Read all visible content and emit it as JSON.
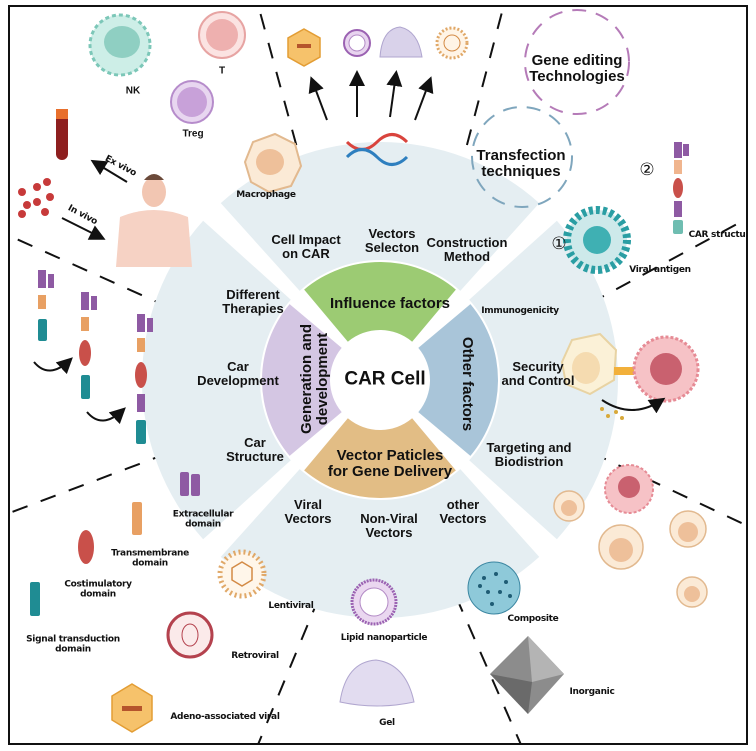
{
  "center": {
    "label": "CAR Cell"
  },
  "inner_ring": [
    {
      "label": "Influence factors",
      "color": "#9ccb73"
    },
    {
      "label": "Other factors",
      "color": "#a9c5d9"
    },
    {
      "label": "Vector Paticles for Gene Delivery",
      "line1": "Vector Paticles",
      "line2": "for Gene Delivery",
      "color": "#e2bd85"
    },
    {
      "label": "Generation and development",
      "line1": "Generation and",
      "line2": "development",
      "color": "#d4c6e3"
    }
  ],
  "outer_ring": {
    "color": "#e5eef2",
    "influence": [
      {
        "line1": "Cell Impact",
        "line2": "on CAR"
      },
      {
        "line1": "Vectors",
        "line2": "Selecton"
      },
      {
        "line1": "Construction",
        "line2": "Method"
      }
    ],
    "other": [
      {
        "line1": "Immunogenicity",
        "line2": ""
      },
      {
        "line1": "Security",
        "line2": "and Control"
      },
      {
        "line1": "Targeting and",
        "line2": "Biodistrion"
      }
    ],
    "vectors": [
      {
        "line1": "Viral",
        "line2": "Vectors"
      },
      {
        "line1": "Non-Viral",
        "line2": "Vectors"
      },
      {
        "line1": "other",
        "line2": "Vectors"
      }
    ],
    "generation": [
      {
        "line1": "Different",
        "line2": "Therapies"
      },
      {
        "line1": "Car",
        "line2": "Development"
      },
      {
        "line1": "Car",
        "line2": "Structure"
      }
    ]
  },
  "top_left": {
    "cells": [
      {
        "label": "NK",
        "color": "#a8ddd3"
      },
      {
        "label": "T",
        "color": "#f1b9b8"
      },
      {
        "label": "Treg",
        "color": "#c9a6d8"
      },
      {
        "label": "Macrophage",
        "color": "#f0c9a4"
      }
    ],
    "arrows": [
      {
        "label": "Ex vivo"
      },
      {
        "label": "In vivo"
      }
    ]
  },
  "top_right": {
    "bubbles": [
      {
        "line1": "Gene editing",
        "line2": "Technologies",
        "color": "#b57bb8"
      },
      {
        "line1": "Transfection",
        "line2": "techniques",
        "color": "#7fa6bd"
      }
    ],
    "markers": [
      "①",
      "②"
    ],
    "labels": {
      "viral_antigen": "Viral antigen",
      "car_structure": "CAR structure"
    }
  },
  "bottom_left": {
    "domains": [
      {
        "line1": "Extracellular",
        "line2": "domain",
        "color": "#8e5aa3"
      },
      {
        "line1": "Transmembrane",
        "line2": "domain",
        "color": "#e8a063"
      },
      {
        "line1": "Costimulatory",
        "line2": "domain",
        "color": "#c9504a"
      },
      {
        "line1": "Signal transduction",
        "line2": "domain",
        "color": "#1f8c93"
      }
    ],
    "viruses": [
      {
        "label": "Lentiviral"
      },
      {
        "label": "Retroviral"
      },
      {
        "label": "Adeno-associated viral"
      }
    ]
  },
  "bottom_middle": {
    "items": [
      {
        "label": "Lipid nanoparticle"
      },
      {
        "label": "Gel"
      },
      {
        "label": "Composite"
      },
      {
        "label": "Inorganic"
      }
    ]
  }
}
